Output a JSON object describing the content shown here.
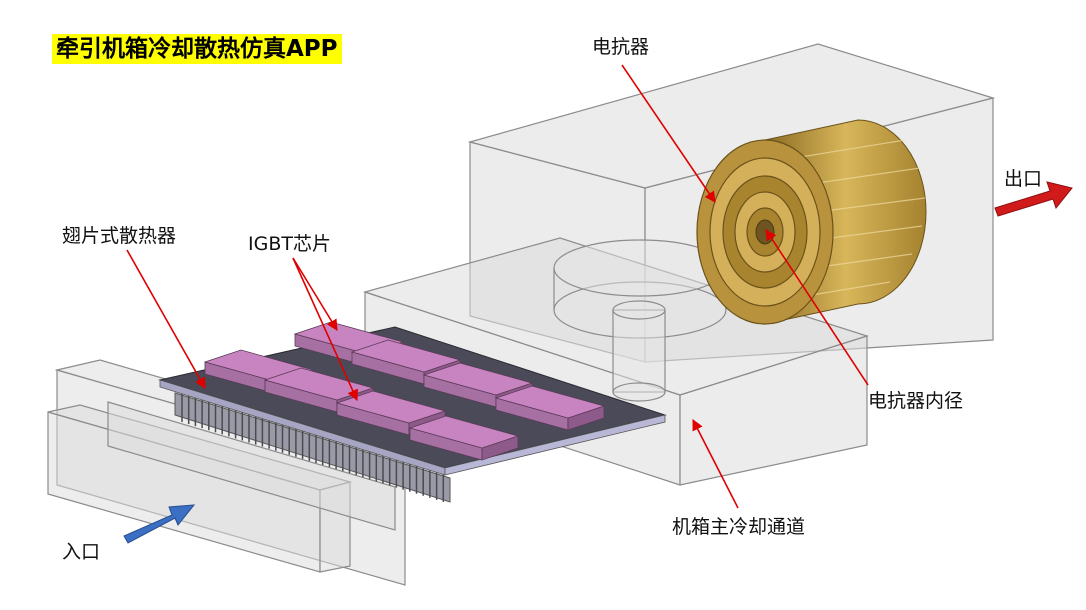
{
  "title": "牵引机箱冷却散热仿真APP",
  "labels": {
    "reactor": "电抗器",
    "outlet": "出口",
    "fin_heatsink": "翅片式散热器",
    "igbt_chip": "IGBT芯片",
    "reactor_inner_diameter": "电抗器内径",
    "main_cooling_channel": "机箱主冷却通道",
    "inlet": "入口"
  },
  "colors": {
    "title_highlight": "#ffff00",
    "callout_line": "#e00000",
    "inlet_arrow": "#3a6fc4",
    "outlet_arrow": "#d11a1a",
    "igbt_top": "#c884c0",
    "reactor": "#c9a54a",
    "heatsink_base": "#4a4a58"
  }
}
